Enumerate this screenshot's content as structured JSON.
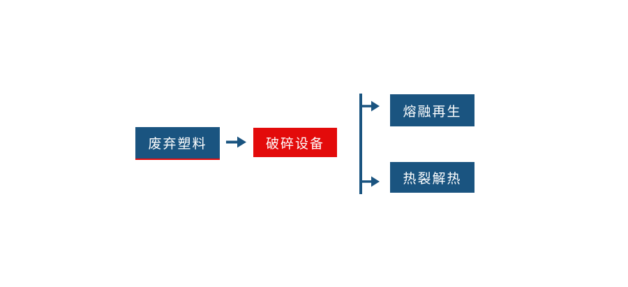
{
  "diagram": {
    "type": "flowchart",
    "background": "#ffffff",
    "colors": {
      "node_blue": "#1a5480",
      "node_red": "#e30b0b",
      "text": "#ffffff",
      "connector": "#1a5480",
      "waste_underline": "#e30b0b"
    },
    "nodes": [
      {
        "id": "waste-plastic",
        "label": "废弃塑料",
        "fill": "#1a5480",
        "text_color": "#ffffff",
        "underline": "#e30b0b"
      },
      {
        "id": "crushing-equipment",
        "label": "破碎设备",
        "fill": "#e30b0b",
        "text_color": "#ffffff"
      },
      {
        "id": "melt-regeneration",
        "label": "熔融再生",
        "fill": "#1a5480",
        "text_color": "#ffffff"
      },
      {
        "id": "pyrolysis-heat",
        "label": "热裂解热",
        "fill": "#1a5480",
        "text_color": "#ffffff"
      }
    ],
    "edges": [
      {
        "from": "waste-plastic",
        "to": "crushing-equipment",
        "style": "arrow-right"
      },
      {
        "from": "crushing-equipment",
        "to": "melt-regeneration",
        "style": "branch-arrow"
      },
      {
        "from": "crushing-equipment",
        "to": "pyrolysis-heat",
        "style": "branch-arrow"
      }
    ]
  }
}
